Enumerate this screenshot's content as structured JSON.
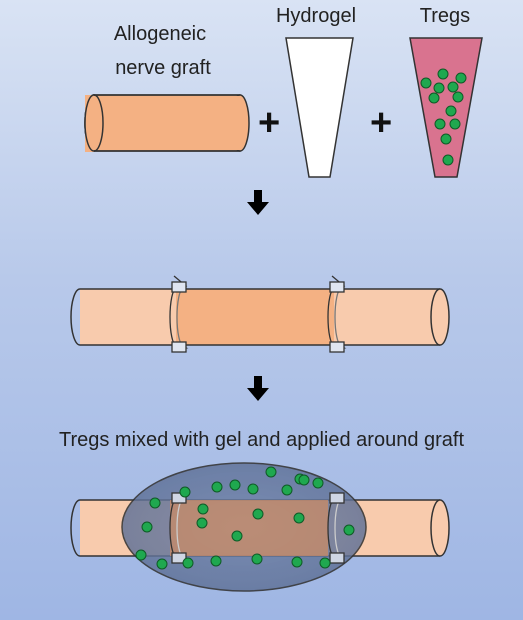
{
  "labels": {
    "allogeneic_nerve_graft": [
      "Allogeneic",
      "nerve graft"
    ],
    "hydrogel": "Hydrogel",
    "tregs": "Tregs",
    "step_caption": "Tregs mixed with gel and applied around graft"
  },
  "symbols": {
    "plus": "+"
  },
  "icons": {
    "down_arrow": "down-arrow-icon"
  },
  "colors": {
    "graft_orange": "#f4b183",
    "nerve_light": "#f8cbad",
    "hydrogel_white": "#ffffff",
    "tregs_pink": "#d9738f",
    "treg_cell_green": "#1fa84f",
    "gel_overlay": "#6b7fa6"
  }
}
